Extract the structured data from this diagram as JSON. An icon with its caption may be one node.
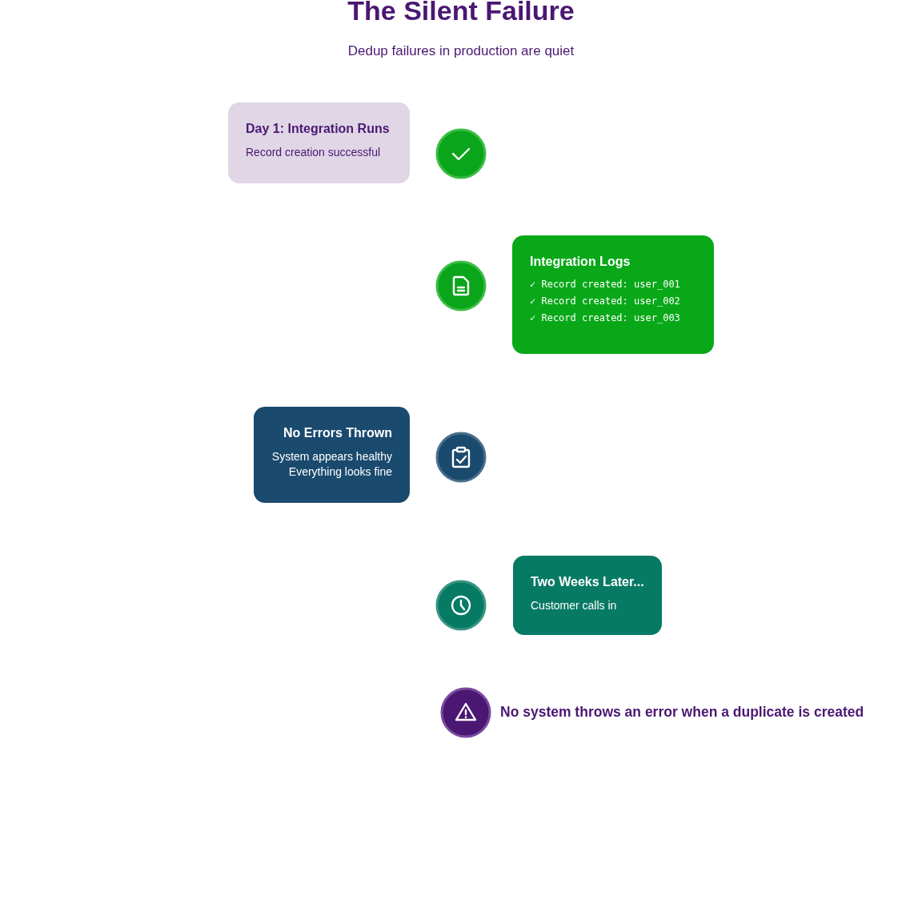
{
  "diagram": {
    "title": "The Silent Failure",
    "caption": "Dedup failures in production are quiet",
    "nodes": [
      {
        "text": [
          "Day 1: Integration Runs",
          "Record creation successful"
        ]
      },
      {
        "text": [
          "Integration Logs",
          "✓ Record created: user_001",
          "✓ Record created: user_002",
          "✓ Record created: user_003"
        ]
      },
      {
        "text": [
          "No Errors Thrown",
          "System appears healthy",
          "Everything looks fine"
        ]
      },
      {
        "text": [
          "Two Weeks Later...",
          "Customer calls in"
        ]
      }
    ],
    "labels": [
      "No system throws an error when a duplicate is created"
    ]
  }
}
